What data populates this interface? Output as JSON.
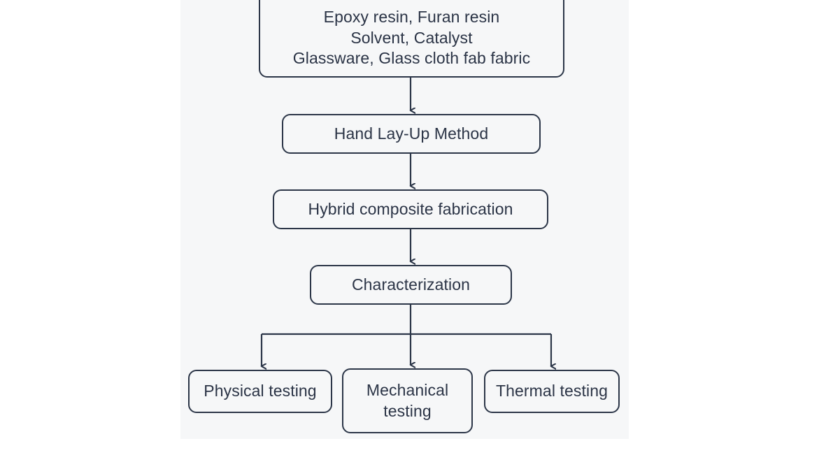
{
  "figure": {
    "kind": "process-flowchart",
    "orientation": "top-to-bottom",
    "background_color": "#f6f7f8",
    "page_color": "#ffffff",
    "stroke_color": "#2c3648",
    "text_color": "#2b3446"
  },
  "nodes": {
    "materials": {
      "label": "Epoxy resin, Furan resin\nSolvent, Catalyst\nGlassware, Glass cloth fab fabric",
      "lines": [
        "Epoxy resin, Furan resin",
        "Solvent, Catalyst",
        "Glassware, Glass cloth fab fabric"
      ]
    },
    "hand_layup": {
      "label": "Hand Lay-Up Method"
    },
    "hybrid": {
      "label": "Hybrid composite fabrication"
    },
    "characterization": {
      "label": "Characterization"
    },
    "physical": {
      "label": "Physical testing"
    },
    "mechanical": {
      "label": "Mechanical\ntesting"
    },
    "thermal": {
      "label": "Thermal testing"
    }
  },
  "edges": [
    {
      "from": "materials",
      "to": "hand_layup",
      "arrow": "down"
    },
    {
      "from": "hand_layup",
      "to": "hybrid",
      "arrow": "down"
    },
    {
      "from": "hybrid",
      "to": "characterization",
      "arrow": "down"
    },
    {
      "from": "characterization",
      "to": "physical",
      "arrow": "down"
    },
    {
      "from": "characterization",
      "to": "mechanical",
      "arrow": "down"
    },
    {
      "from": "characterization",
      "to": "thermal",
      "arrow": "down"
    }
  ]
}
